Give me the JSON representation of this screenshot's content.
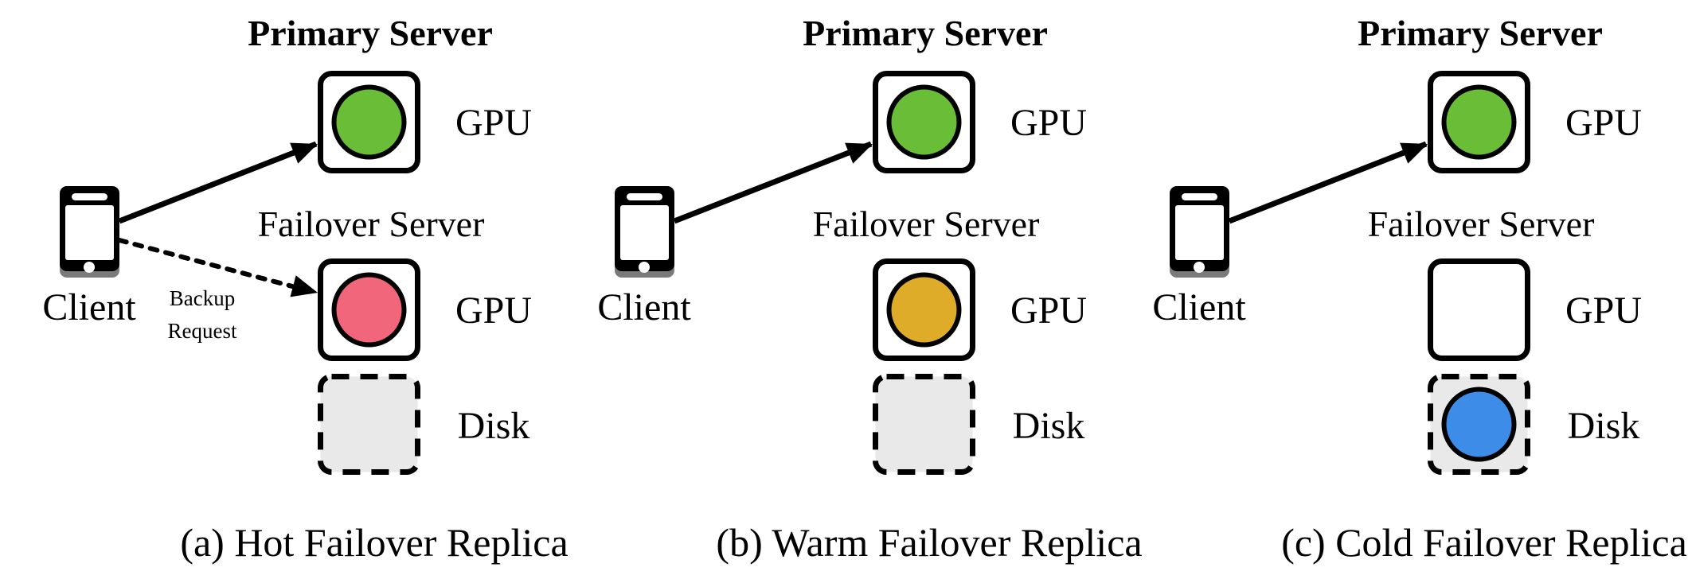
{
  "figure": {
    "panels": [
      {
        "id": "a",
        "caption": "(a) Hot Failover Replica",
        "client_label": "Client",
        "primary_title": "Primary Server",
        "failover_title": "Failover Server",
        "primary_gpu": {
          "label": "GPU",
          "model_loaded": true,
          "state_color": "#6ABD36"
        },
        "failover_gpu": {
          "label": "GPU",
          "model_loaded": true,
          "state_color": "#F1667A"
        },
        "failover_disk": {
          "label": "Disk",
          "model_loaded": false,
          "state_color": null
        },
        "requests": [
          {
            "target": "primary_gpu",
            "style": "solid",
            "label": ""
          },
          {
            "target": "failover_gpu",
            "style": "dashed",
            "label_line1": "Backup",
            "label_line2": "Request"
          }
        ]
      },
      {
        "id": "b",
        "caption": "(b) Warm Failover Replica",
        "client_label": "Client",
        "primary_title": "Primary Server",
        "failover_title": "Failover Server",
        "primary_gpu": {
          "label": "GPU",
          "model_loaded": true,
          "state_color": "#6ABD36"
        },
        "failover_gpu": {
          "label": "GPU",
          "model_loaded": true,
          "state_color": "#DFAC2A"
        },
        "failover_disk": {
          "label": "Disk",
          "model_loaded": false,
          "state_color": null
        },
        "requests": [
          {
            "target": "primary_gpu",
            "style": "solid",
            "label": ""
          }
        ]
      },
      {
        "id": "c",
        "caption": "(c) Cold Failover Replica",
        "client_label": "Client",
        "primary_title": "Primary Server",
        "failover_title": "Failover Server",
        "primary_gpu": {
          "label": "GPU",
          "model_loaded": true,
          "state_color": "#6ABD36"
        },
        "failover_gpu": {
          "label": "GPU",
          "model_loaded": false,
          "state_color": null
        },
        "failover_disk": {
          "label": "Disk",
          "model_loaded": true,
          "state_color": "#3C8CE8"
        },
        "requests": [
          {
            "target": "primary_gpu",
            "style": "solid",
            "label": ""
          }
        ]
      }
    ],
    "colors": {
      "stroke": "#000000",
      "disk_fill": "#E9E9E9",
      "phone_body": "#000000",
      "phone_shadow": "#7A7A7A",
      "phone_screen": "#FFFFFF"
    }
  }
}
